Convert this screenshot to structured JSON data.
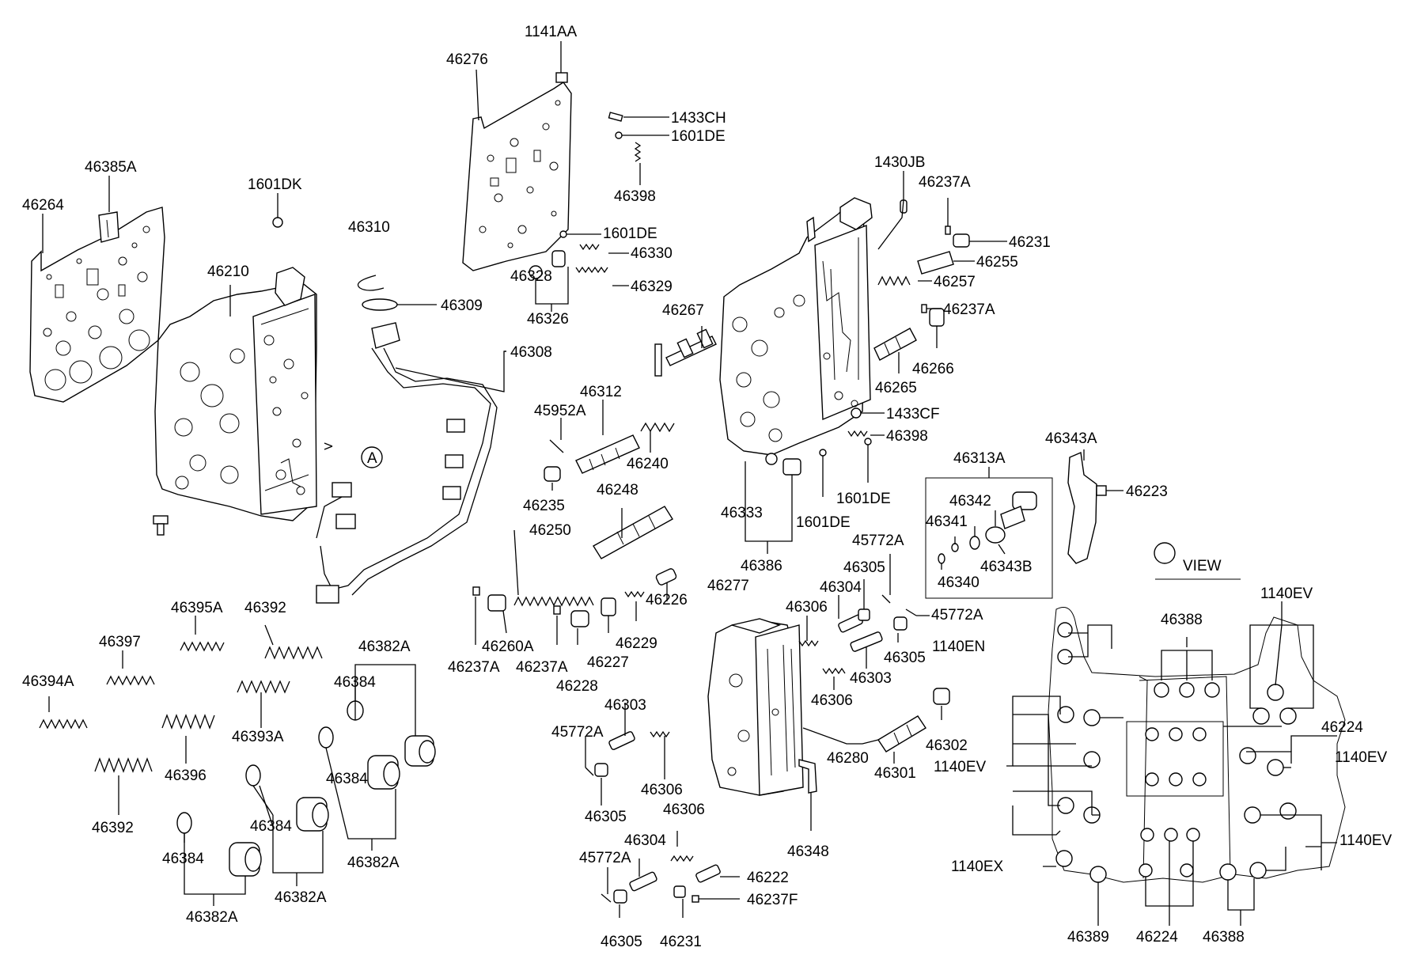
{
  "labels": [
    "1141AA",
    "46276",
    "1433CH",
    "1601DE",
    "46398",
    "46385A",
    "46264",
    "1601DK",
    "46310",
    "1601DE",
    "46330",
    "46328",
    "46329",
    "46210",
    "46309",
    "46326",
    "46308",
    "1430JB",
    "46237A",
    "46231",
    "46255",
    "46257",
    "46237A",
    "46267",
    "46266",
    "46265",
    "46312",
    "45952A",
    "1433CF",
    "46398",
    "46240",
    "46343A",
    "46313A",
    "46223",
    "46235",
    "1601DE",
    "46248",
    "46342",
    "46341",
    "46333",
    "1601DE",
    "46250",
    "45772A",
    "46343B",
    "46386",
    "46305",
    "46340",
    "46277",
    "46304",
    "A",
    "VIEW",
    "1140EV",
    "46395A",
    "46392",
    "46306",
    "45772A",
    "46388",
    "46226",
    "46397",
    "46382A",
    "1140EN",
    "46237A",
    "46229",
    "46260A",
    "46237A",
    "46305",
    "46303",
    "46227",
    "46384",
    "46394A",
    "46228",
    "46306",
    "46393A",
    "46303",
    "46224",
    "46302",
    "45772A",
    "46384",
    "46280",
    "1140EV",
    "46396",
    "46301",
    "1140EV",
    "46306",
    "46384",
    "46392",
    "46305",
    "46382A",
    "46306",
    "1140EV",
    "46384",
    "46348",
    "46304",
    "45772A",
    "46222",
    "1140EX",
    "46382A",
    "46237F",
    "46382A",
    "46389",
    "46224",
    "46388",
    "46305",
    "46231"
  ],
  "callouts": {
    "marker": "A"
  }
}
